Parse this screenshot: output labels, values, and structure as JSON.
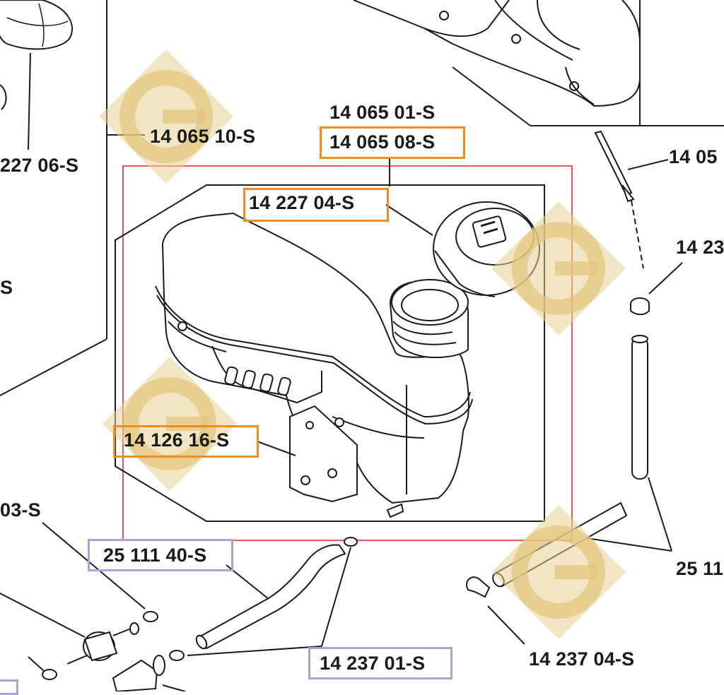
{
  "colors": {
    "highlight_orange": "#f28c1b",
    "highlight_blue": "#a9a3d8",
    "selection_red": "#e02020",
    "watermark": "#e8cf94",
    "line": "#1a1a1a"
  },
  "watermark": {
    "icon": "diamond-g-logo"
  },
  "labels": {
    "p14065_10": "14 065 10-S",
    "p14227_06": "227 06-S",
    "p14065_01": "14 065 01-S",
    "p14065_08": "14 065 08-S",
    "p14227_04": "14 227 04-S",
    "p14126_16": "14 126 16-S",
    "p14_05_cut": "14 05",
    "p14_23_cut": "14 23",
    "p_s_cut": "S",
    "p03_cut": "03-S",
    "p25111_40": "25 111 40-S",
    "p14237_01": "14 237 01-S",
    "p14237_04": "14 237 04-S",
    "p25_11_cut": "25 11"
  }
}
